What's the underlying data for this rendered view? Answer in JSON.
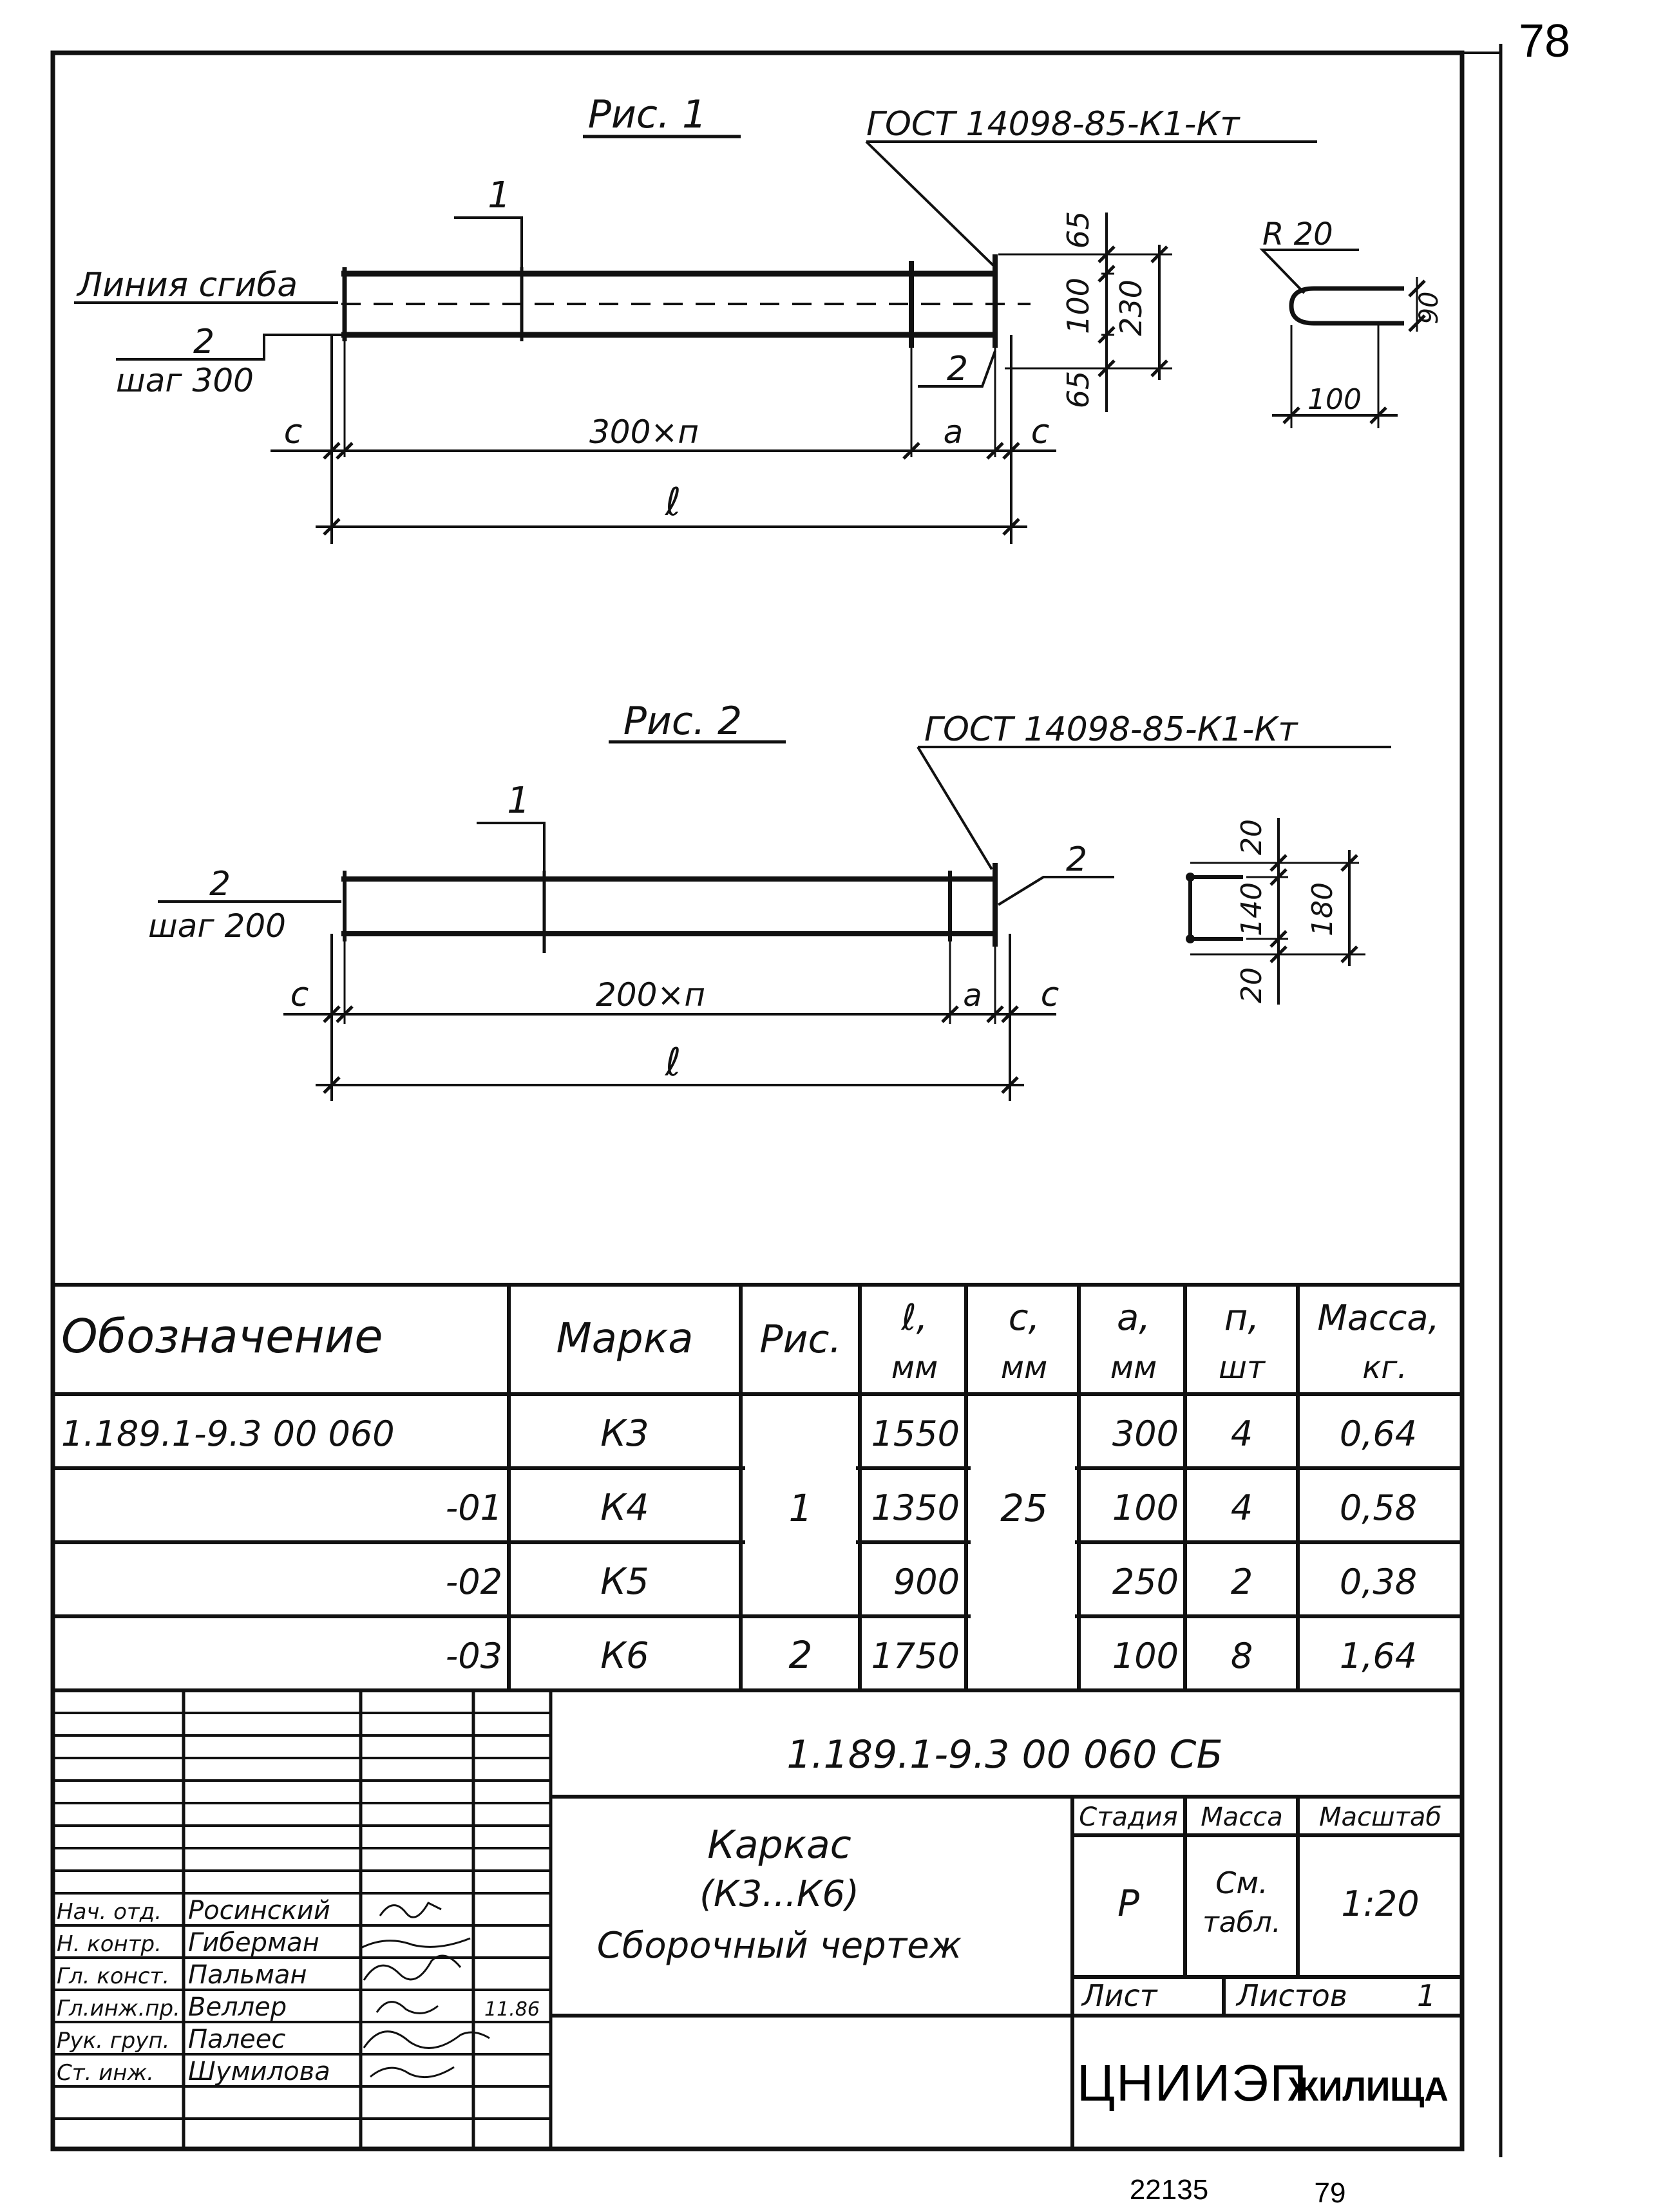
{
  "page_number": "78",
  "bottom_numbers": [
    "22135",
    "79"
  ],
  "fig1": {
    "title": "Рис. 1",
    "gost": "ГОСТ 14098-85-К1-Кт",
    "callout_1": "1",
    "bend_line": "Линия сгиба",
    "callout_2": "2",
    "step": "шаг 300",
    "callout_2b": "2",
    "dim_c_left": "с",
    "dim_span": "300×п",
    "dim_a": "а",
    "dim_c_right": "с",
    "dim_l": "ℓ",
    "dim_65_top": "65",
    "dim_100": "100",
    "dim_65_bottom": "65",
    "dim_230": "230",
    "detail_r": "R 20",
    "detail_90": "90",
    "detail_100": "100"
  },
  "fig2": {
    "title": "Рис. 2",
    "gost": "ГОСТ 14098-85-К1-Кт",
    "callout_1": "1",
    "callout_2": "2",
    "step": "шаг 200",
    "callout_2b": "2",
    "dim_c_left": "с",
    "dim_span": "200×п",
    "dim_a": "а",
    "dim_c_right": "с",
    "dim_l": "ℓ",
    "dim_20_top": "20",
    "dim_140": "140",
    "dim_180": "180",
    "dim_20_bottom": "20"
  },
  "spec_table": {
    "headers": {
      "designation": "Обозначение",
      "mark": "Марка",
      "fig": "Рис.",
      "l": "ℓ,",
      "l_unit": "мм",
      "c": "с,",
      "c_unit": "мм",
      "a": "а,",
      "a_unit": "мм",
      "n": "п,",
      "n_unit": "шт",
      "mass": "Масса,",
      "mass_unit": "кг."
    },
    "rows": [
      {
        "designation": "1.189.1-9.3   00 060",
        "mark": "К3",
        "l": "1550",
        "a": "300",
        "n": "4",
        "mass": "0,64"
      },
      {
        "designation": "-01",
        "mark": "К4",
        "l": "1350",
        "a": "100",
        "n": "4",
        "mass": "0,58"
      },
      {
        "designation": "-02",
        "mark": "К5",
        "l": "900",
        "a": "250",
        "n": "2",
        "mass": "0,38"
      },
      {
        "designation": "-03",
        "mark": "К6",
        "l": "1750",
        "a": "100",
        "n": "8",
        "mass": "1,64"
      }
    ],
    "fig_merged_1": "1",
    "fig_row4": "2",
    "c_merged": "25"
  },
  "title_block": {
    "doc_code": "1.189.1-9.3   00  060  СБ",
    "name_line1": "Каркас",
    "name_line2": "(К3...К6)",
    "name_line3": "Сборочный чертеж",
    "stage_label": "Стадия",
    "mass_label": "Масса",
    "scale_label": "Масштаб",
    "stage_value": "Р",
    "mass_value_1": "См.",
    "mass_value_2": "табл.",
    "scale_value": "1:20",
    "sheet_label": "Лист",
    "sheets_label": "Листов",
    "sheets_value": "1",
    "org_main": "ЦНИИЭП",
    "org_sub": "ЖИЛИЩА",
    "date": "11.86",
    "signers": [
      {
        "role": "Нач. отд.",
        "name": "Росинский"
      },
      {
        "role": "Н. контр.",
        "name": "Гиберман"
      },
      {
        "role": "Гл. конст.",
        "name": "Пальман"
      },
      {
        "role": "Гл.инж.пр.",
        "name": "Веллер"
      },
      {
        "role": "Рук. груп.",
        "name": "Палеес"
      },
      {
        "role": "Ст. инж.",
        "name": "Шумилова"
      }
    ]
  }
}
